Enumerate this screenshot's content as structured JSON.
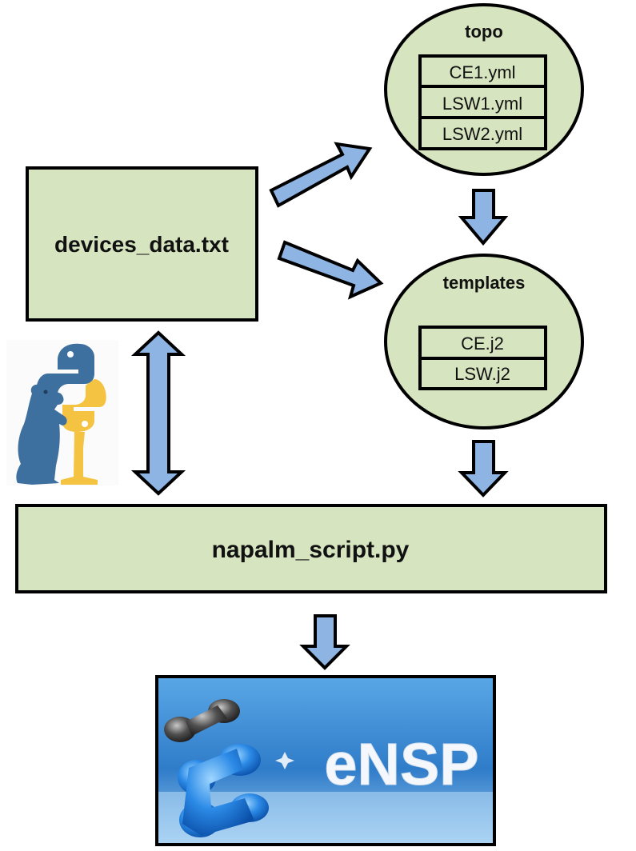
{
  "colors": {
    "box_fill": "#d6e4bf",
    "outline": "#000000",
    "arrow_fill": "#8eb4e3",
    "ensp_bg": "#3f84cf",
    "python_blue": "#3d6f9f",
    "python_yellow": "#f5c342"
  },
  "devices_box": {
    "label": "devices_data.txt"
  },
  "script_box": {
    "label": "napalm_script.py"
  },
  "topo": {
    "title": "topo",
    "files": [
      "CE1.yml",
      "LSW1.yml",
      "LSW2.yml"
    ]
  },
  "templates": {
    "title": "templates",
    "files": [
      "CE.j2",
      "LSW.j2"
    ]
  },
  "logos": {
    "python_logo": {
      "icon": "python-logo-icon"
    },
    "mascot": {
      "icon": "bear-mascot-icon"
    },
    "ensp": {
      "text": "eNSP",
      "icon": "ensp-logo-icon"
    }
  }
}
